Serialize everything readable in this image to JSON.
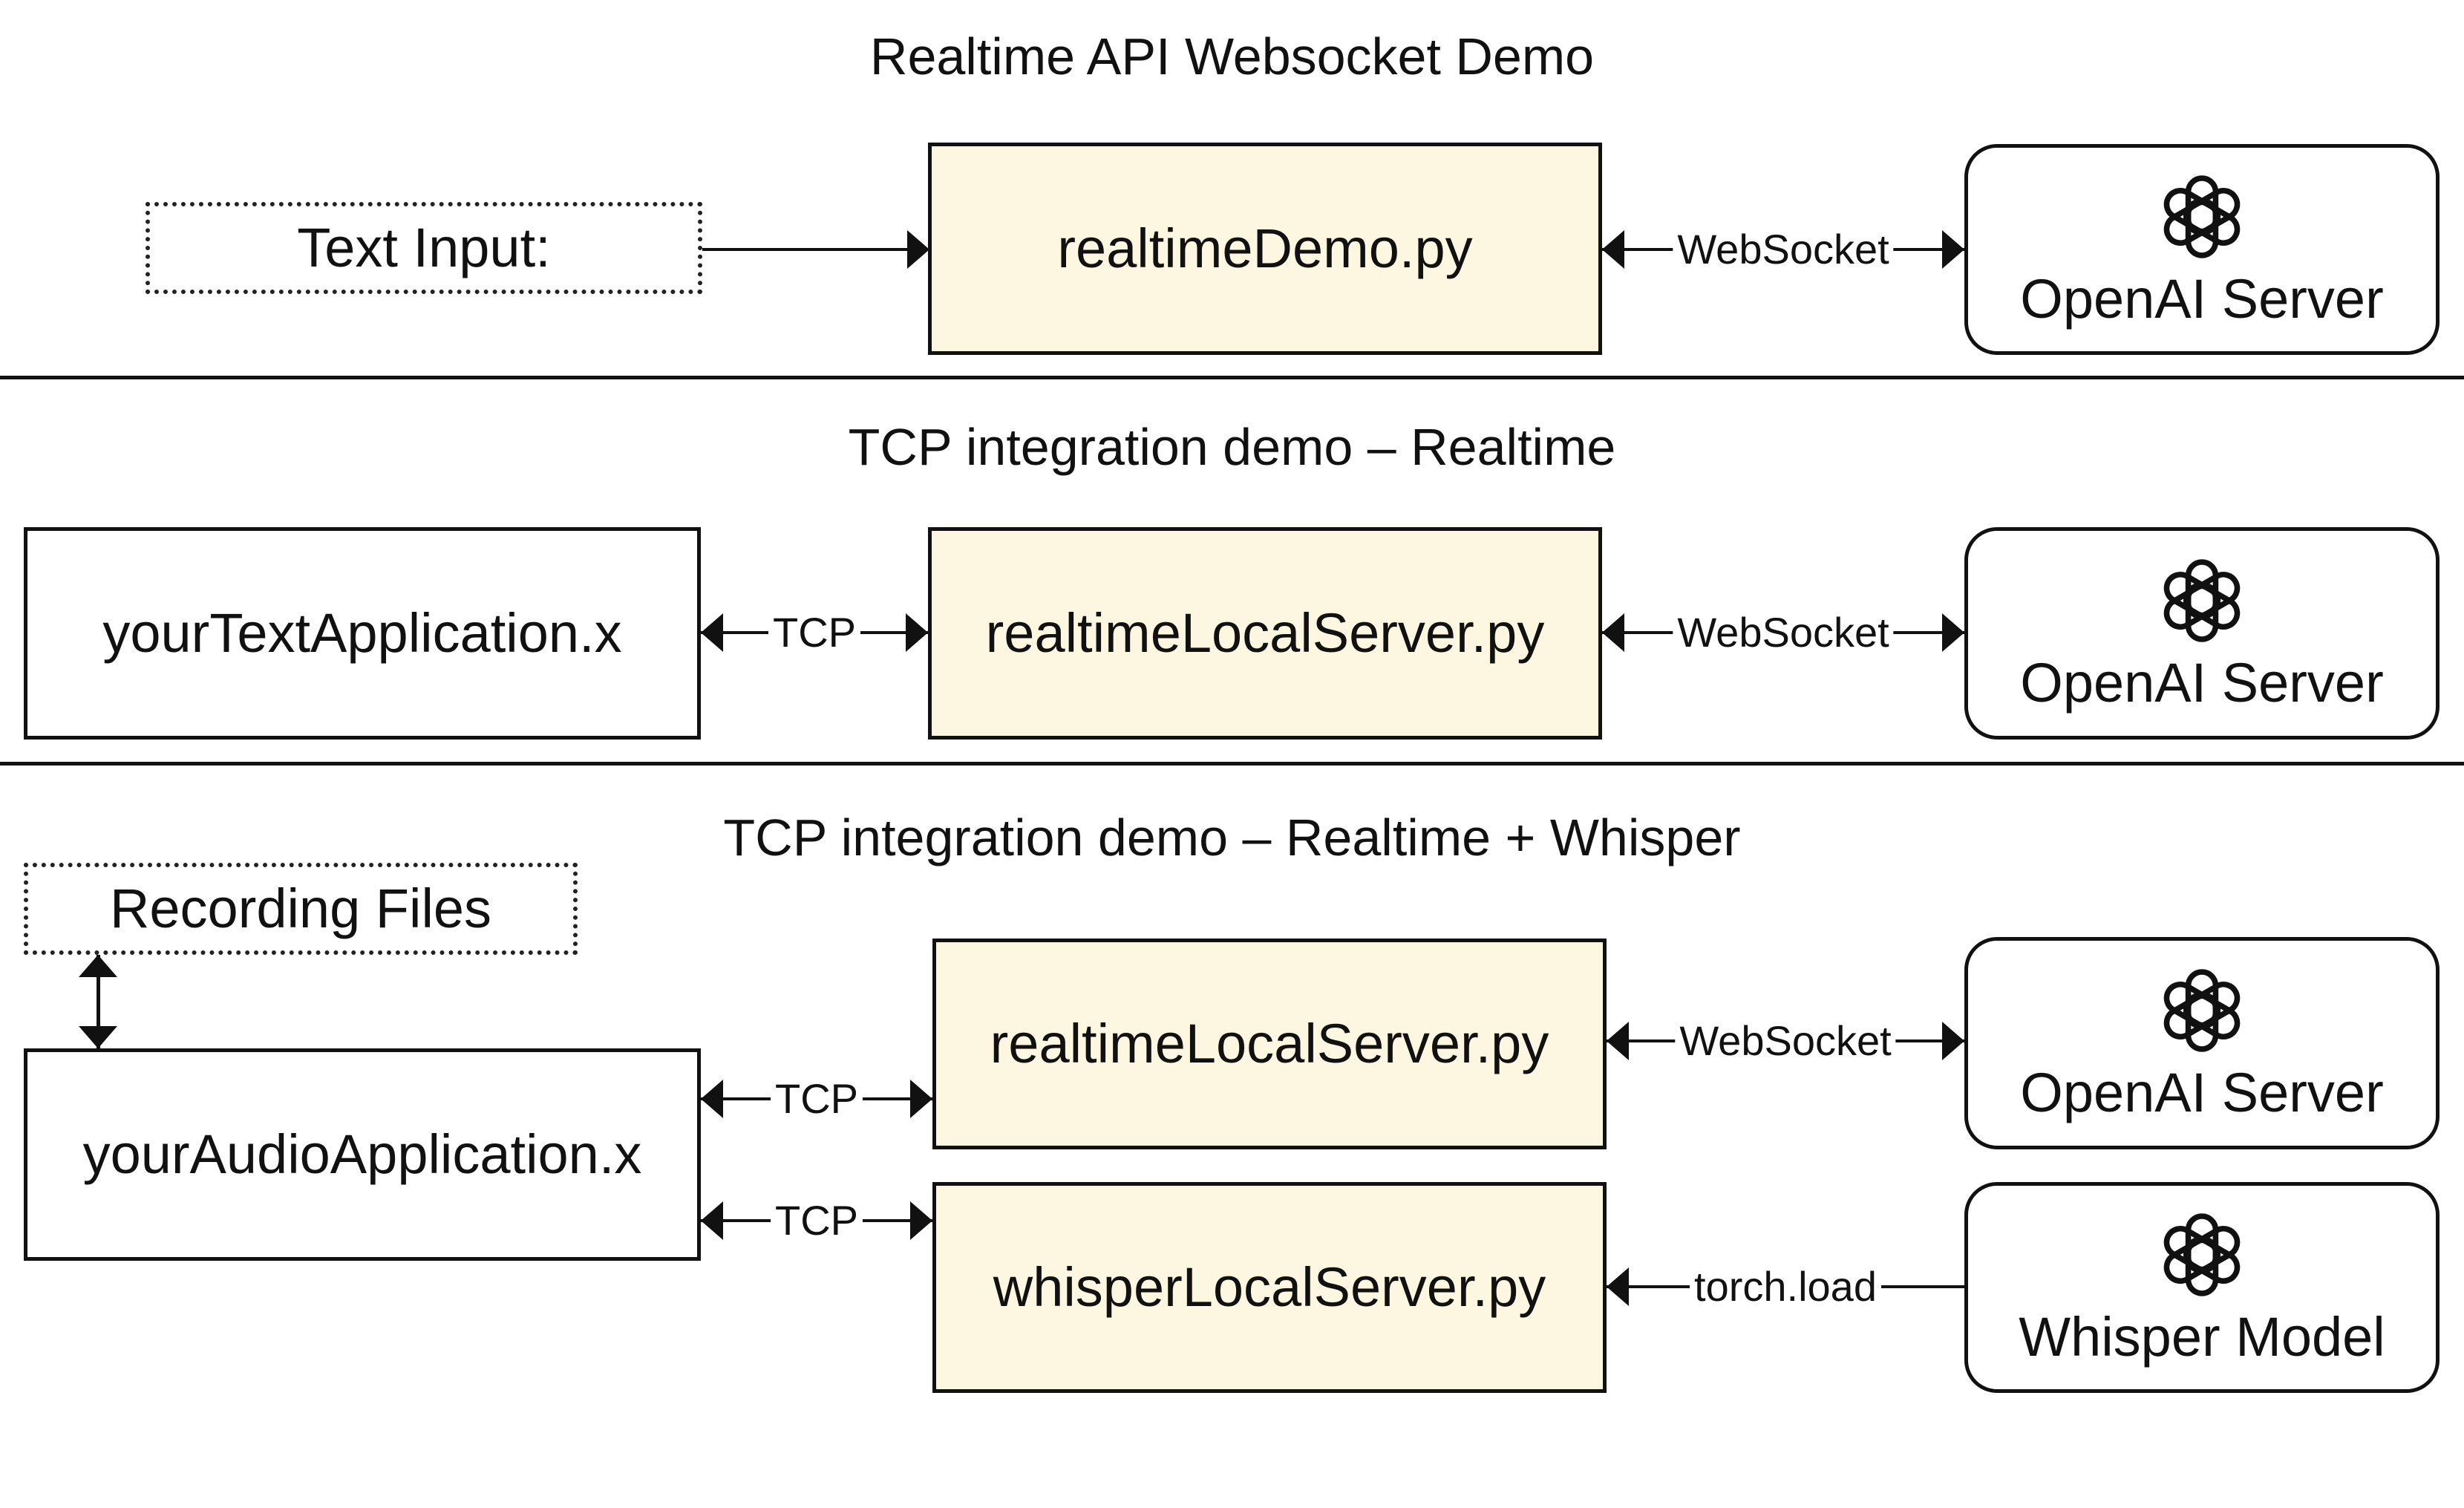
{
  "sections": {
    "websocket": {
      "title": "Realtime API Websocket Demo"
    },
    "tcp": {
      "title": "TCP integration demo – Realtime"
    },
    "tcp_whisper": {
      "title": "TCP integration demo – Realtime + Whisper"
    }
  },
  "nodes": {
    "text_input": "Text Input:",
    "realtime_demo": "realtimeDemo.py",
    "openai_server": "OpenAI Server",
    "your_text_app": "yourTextApplication.x",
    "realtime_local_server": "realtimeLocalServer.py",
    "recording_files": "Recording Files",
    "your_audio_app": "yourAudioApplication.x",
    "whisper_local_server": "whisperLocalServer.py",
    "whisper_model": "Whisper Model"
  },
  "edges": {
    "websocket": "WebSocket",
    "tcp": "TCP",
    "torch_load": "torch.load"
  },
  "icons": {
    "server_logo": "openai-logo-icon"
  },
  "colors": {
    "process_fill": "#fdf6e0",
    "stroke": "#111111"
  }
}
